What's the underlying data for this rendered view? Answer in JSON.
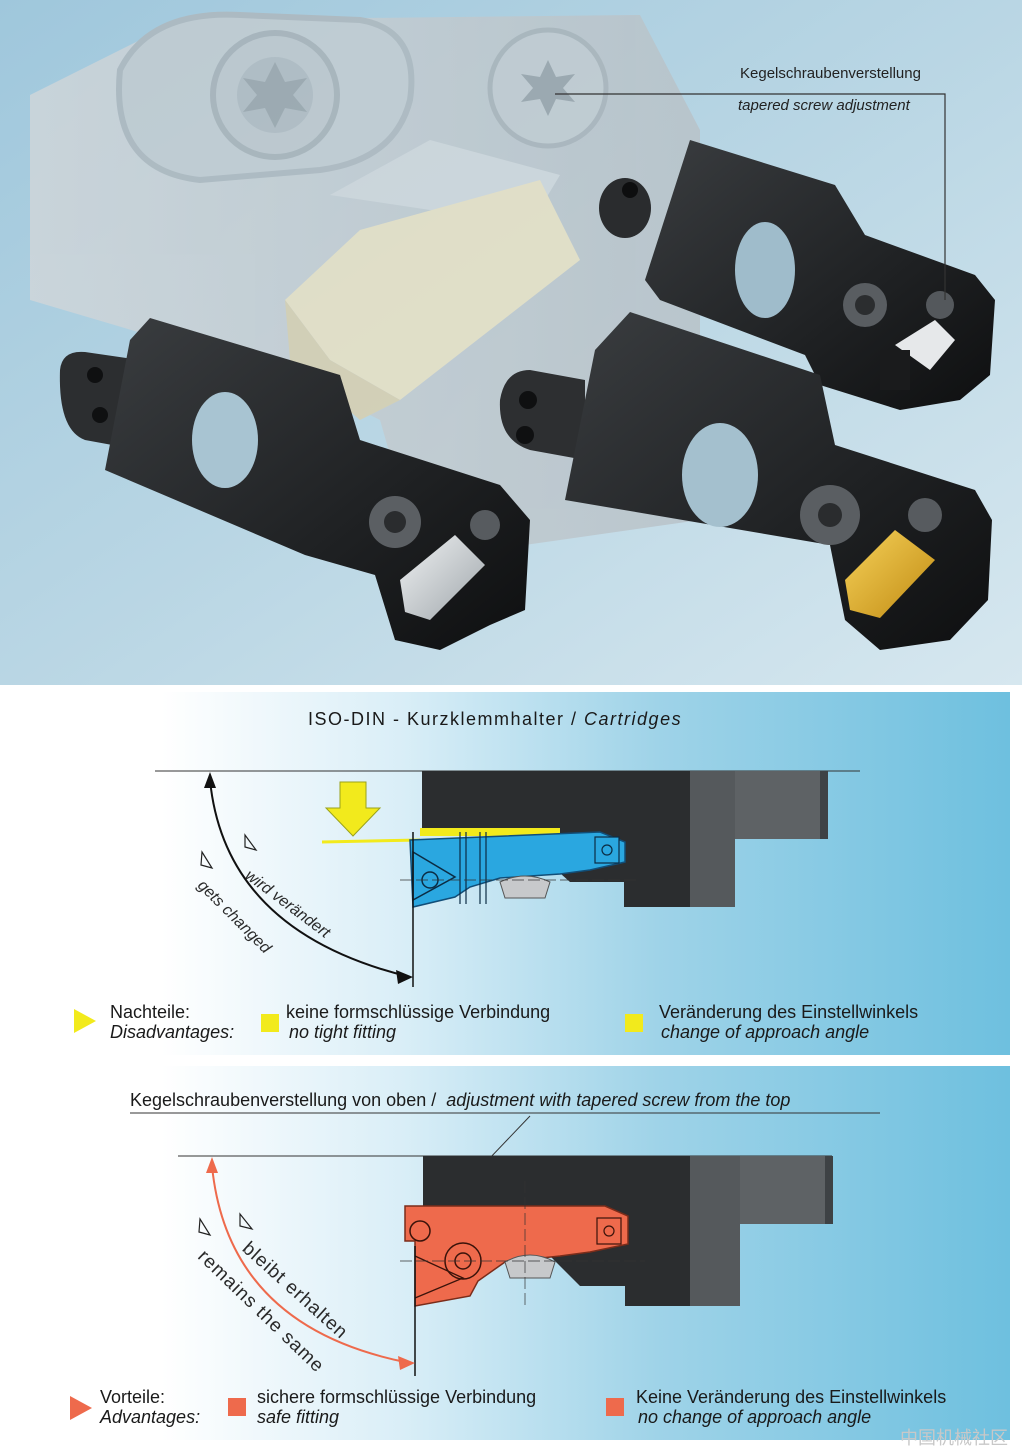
{
  "photo": {
    "callout_de": "Kegelschraubenverstellung",
    "callout_en": "tapered screw adjustment"
  },
  "panel1": {
    "title_main": "ISO-DIN - Kurzklemmhalter / ",
    "title_italic": "Cartridges",
    "arc_label_de": "wird verändert",
    "arc_label_en": "gets changed",
    "label_heading_de": "Nachteile:",
    "label_heading_en": "Disadvantages:",
    "point1_de": "keine formschlüssige Verbindung",
    "point1_en": "no tight fitting",
    "point2_de": "Veränderung des Einstellwinkels",
    "point2_en": "change of approach angle",
    "part_color": "#2aa7e0",
    "marker_color": "#f2ea1c"
  },
  "panel2": {
    "header_de": "Kegelschraubenverstellung von oben /",
    "header_en": "adjustment with tapered screw from the top",
    "arc_label_de": "bleibt erhalten",
    "arc_label_en": "remains the same",
    "label_heading_de": "Vorteile:",
    "label_heading_en": "Advantages:",
    "point1_de": "sichere formschlüssige Verbindung",
    "point1_en": "safe fitting",
    "point2_de": "Keine Veränderung des Einstellwinkels",
    "point2_en": "no change of approach angle",
    "part_color": "#ee6a4c",
    "marker_color": "#ee6a4c"
  },
  "watermark": "中国机械社区"
}
